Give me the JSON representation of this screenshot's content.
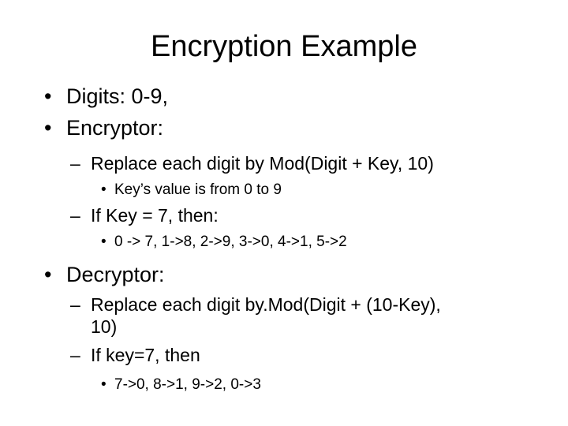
{
  "slide": {
    "title": "Encryption Example",
    "bullets": {
      "level1_marker": "•",
      "level2_marker": "–",
      "level3_marker": "•"
    },
    "items": [
      {
        "level": 1,
        "text": "Digits: 0-9,"
      },
      {
        "level": 1,
        "text": "Encryptor:"
      },
      {
        "level": 2,
        "text": "Replace each digit by Mod(Digit + Key, 10)"
      },
      {
        "level": 3,
        "text": "Key’s value is from 0 to 9"
      },
      {
        "level": 2,
        "text": "If Key = 7, then:"
      },
      {
        "level": 3,
        "text": "0 -> 7, 1->8, 2->9, 3->0, 4->1, 5->2"
      },
      {
        "level": 1,
        "text": "Decryptor:"
      },
      {
        "level": 2,
        "text": "Replace each digit by.Mod(Digit + (10-Key),",
        "continuation": "10)"
      },
      {
        "level": 2,
        "text": "If key=7, then"
      },
      {
        "level": 3,
        "text": "7->0, 8->1, 9->2, 0->3"
      }
    ]
  }
}
